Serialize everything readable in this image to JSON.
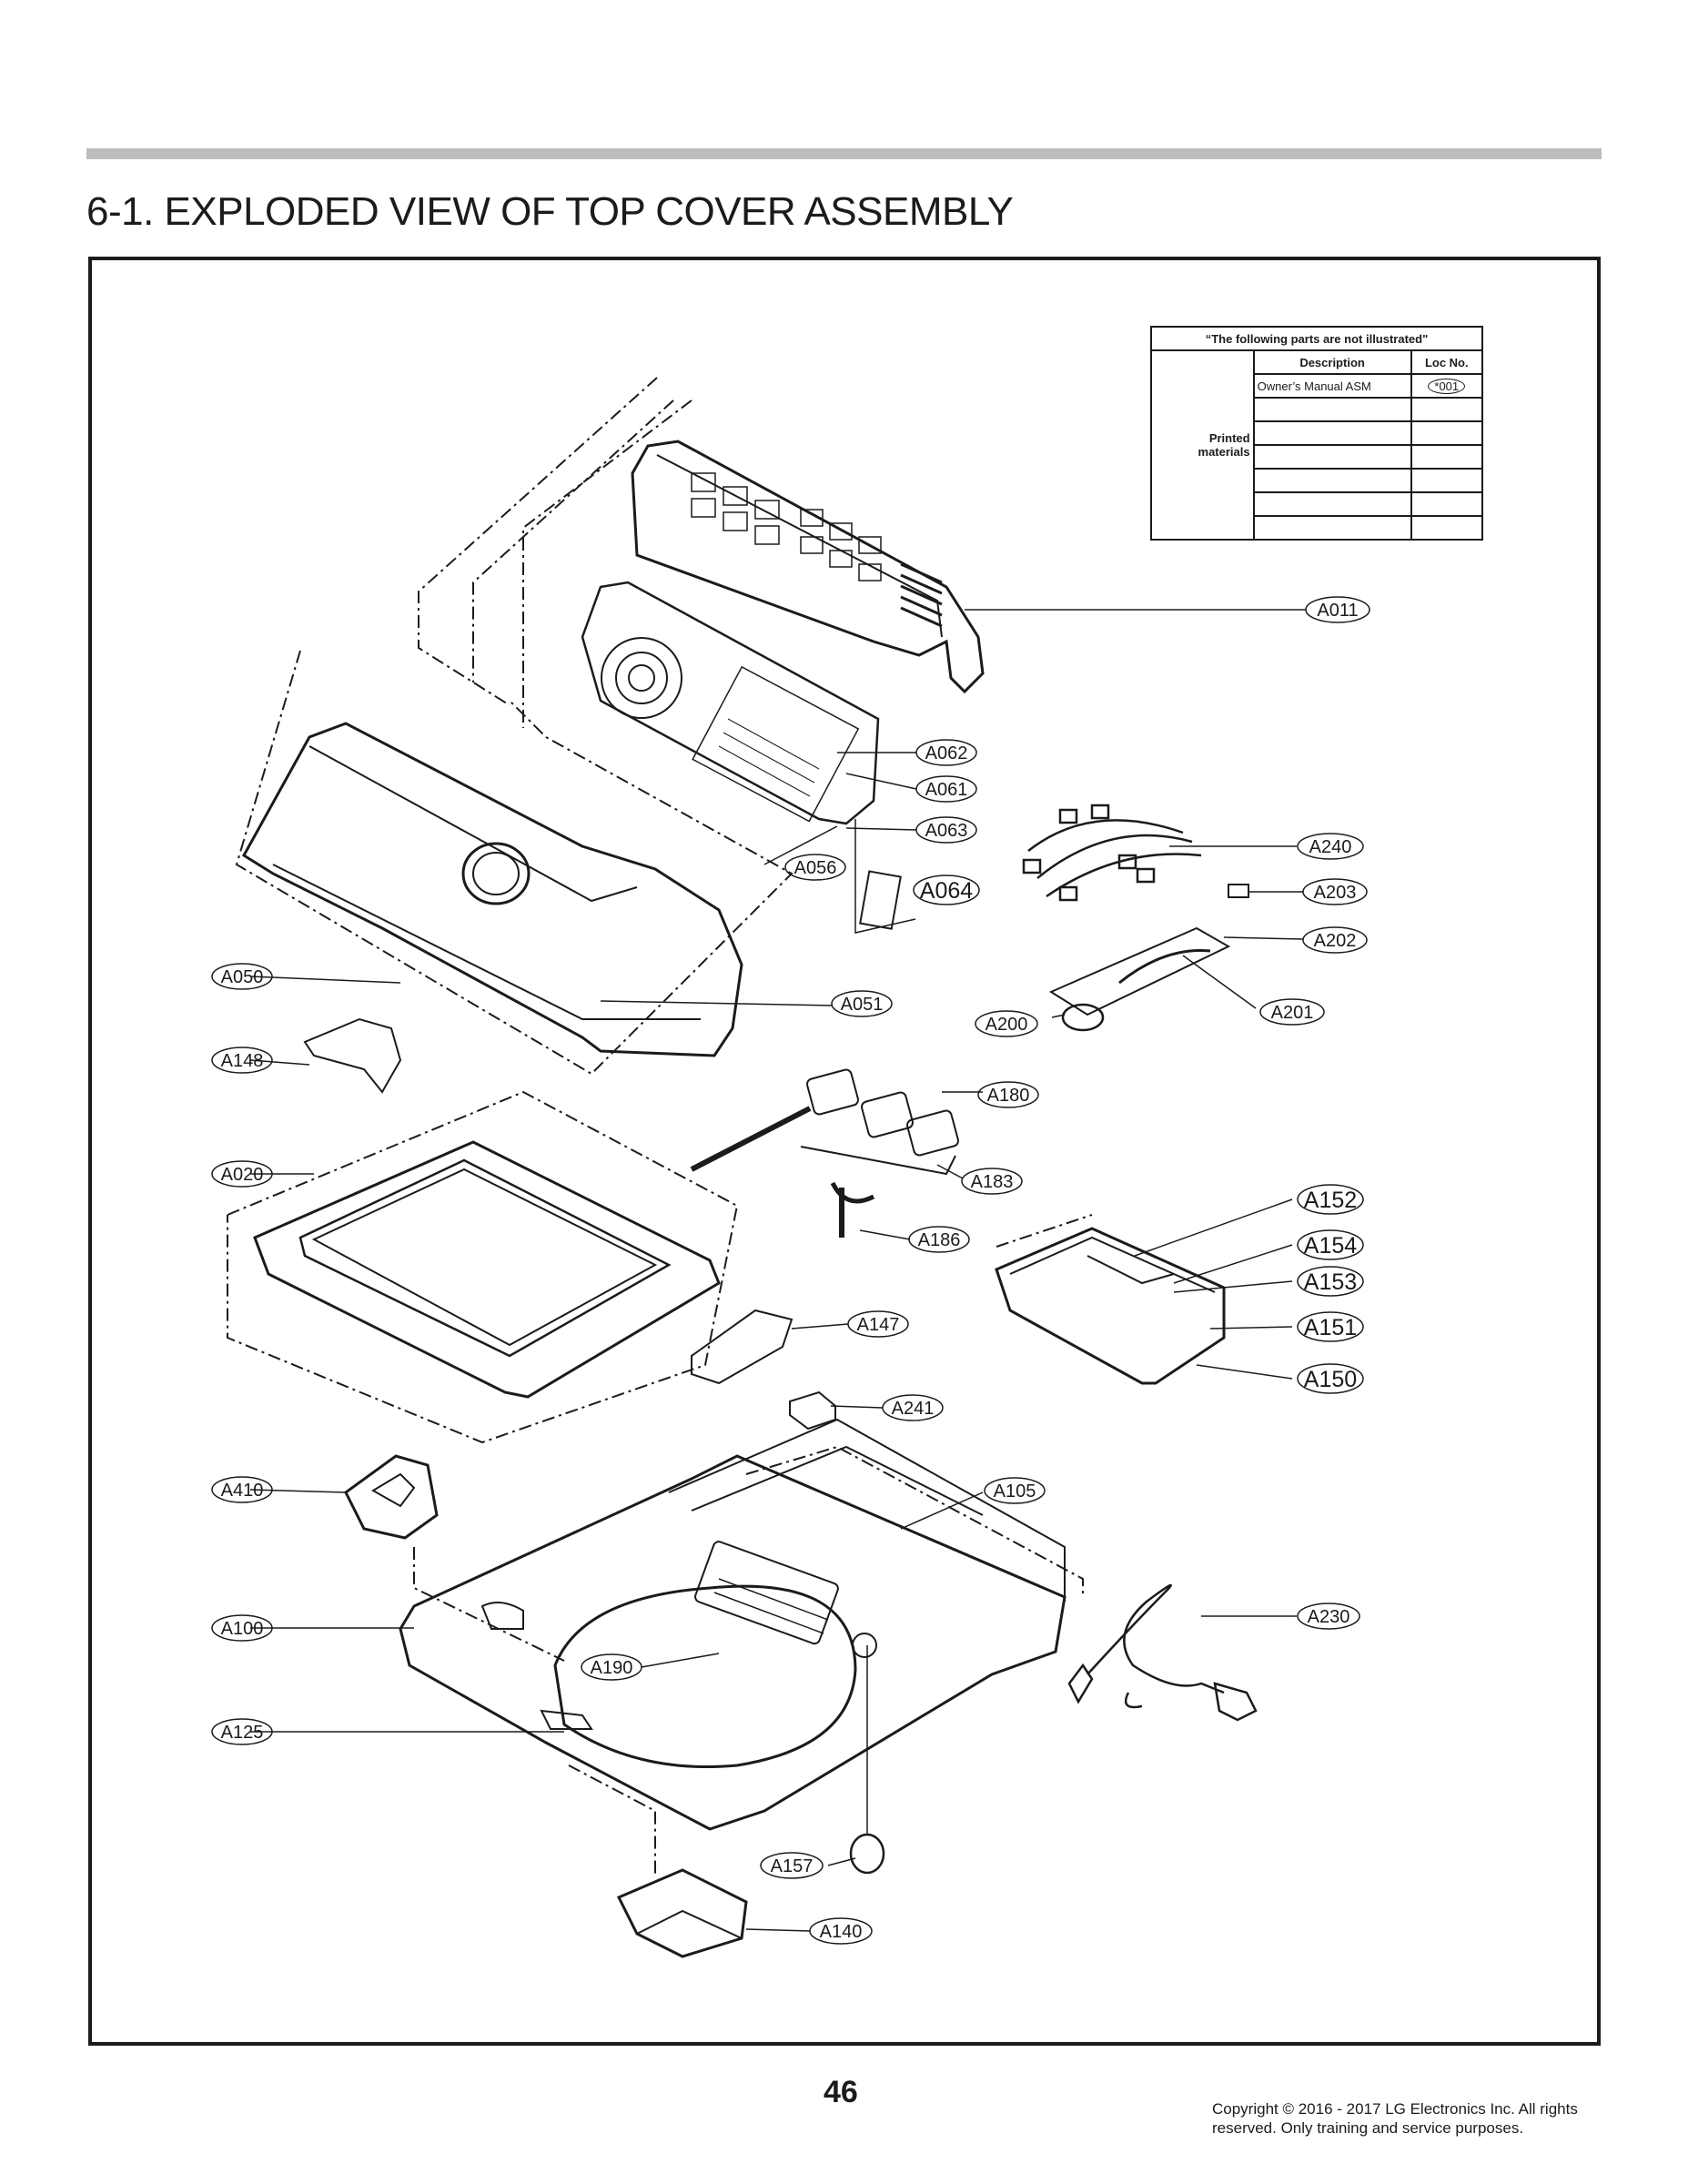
{
  "page": {
    "title": "6-1. EXPLODED VIEW OF TOP COVER ASSEMBLY",
    "page_number": "46",
    "copyright": "Copyright © 2016 - 2017 LG Electronics Inc. All rights reserved. Only training and service purposes."
  },
  "not_illustrated": {
    "heading": "“The following parts are not illustrated\"",
    "col_description": "Description",
    "col_loc": "Loc No.",
    "group_label": "Printed materials",
    "rows": [
      {
        "description": "Owner’s Manual ASM",
        "loc": "*001"
      }
    ]
  },
  "labels": {
    "A011": "A011",
    "A062": "A062",
    "A061": "A061",
    "A063": "A063",
    "A056": "A056",
    "A064": "A064",
    "A240": "A240",
    "A203": "A203",
    "A202": "A202",
    "A201": "A201",
    "A200": "A200",
    "A050": "A050",
    "A051": "A051",
    "A148": "A148",
    "A180": "A180",
    "A020": "A020",
    "A183": "A183",
    "A152": "A152",
    "A186": "A186",
    "A154": "A154",
    "A153": "A153",
    "A147": "A147",
    "A151": "A151",
    "A150": "A150",
    "A241": "A241",
    "A410": "A410",
    "A105": "A105",
    "A100": "A100",
    "A230": "A230",
    "A190": "A190",
    "A125": "A125",
    "A157": "A157",
    "A140": "A140"
  }
}
